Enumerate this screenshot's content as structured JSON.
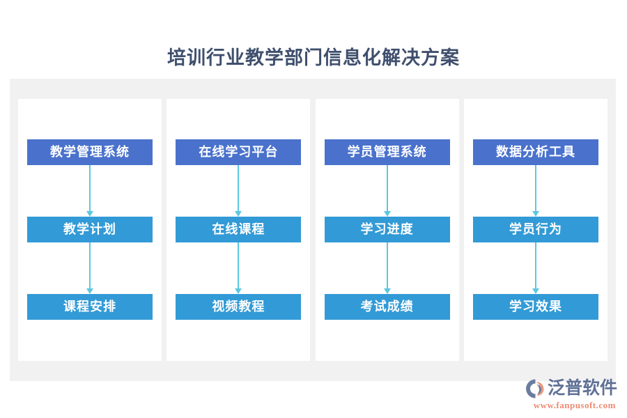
{
  "page": {
    "title": "培训行业教学部门信息化解决方案",
    "background_color": "#ffffff",
    "panel_color": "#f1f1f2",
    "card_color": "#ffffff"
  },
  "colors": {
    "title_text": "#3f4f6d",
    "node_level_0": "#4a72cc",
    "node_level_1": "#329ad6",
    "node_level_2": "#329ad6",
    "node_text": "#ffffff",
    "connector": "#5cc7e0",
    "brand_name": "#5f7096",
    "brand_url": "#ef8a72"
  },
  "diagram": {
    "type": "flowchart",
    "columns": [
      {
        "id": "teaching-management",
        "nodes": [
          {
            "label": "教学管理系统",
            "level": 0
          },
          {
            "label": "教学计划",
            "level": 1
          },
          {
            "label": "课程安排",
            "level": 2
          }
        ]
      },
      {
        "id": "online-learning",
        "nodes": [
          {
            "label": "在线学习平台",
            "level": 0
          },
          {
            "label": "在线课程",
            "level": 1
          },
          {
            "label": "视频教程",
            "level": 2
          }
        ]
      },
      {
        "id": "student-management",
        "nodes": [
          {
            "label": "学员管理系统",
            "level": 0
          },
          {
            "label": "学习进度",
            "level": 1
          },
          {
            "label": "考试成绩",
            "level": 2
          }
        ]
      },
      {
        "id": "data-analysis",
        "nodes": [
          {
            "label": "数据分析工具",
            "level": 0
          },
          {
            "label": "学员行为",
            "level": 1
          },
          {
            "label": "学习效果",
            "level": 2
          }
        ]
      }
    ]
  },
  "brand": {
    "name": "泛普软件",
    "url": "www.fanpusoft.com",
    "mark_icon": "fanpu-swoosh-icon"
  }
}
